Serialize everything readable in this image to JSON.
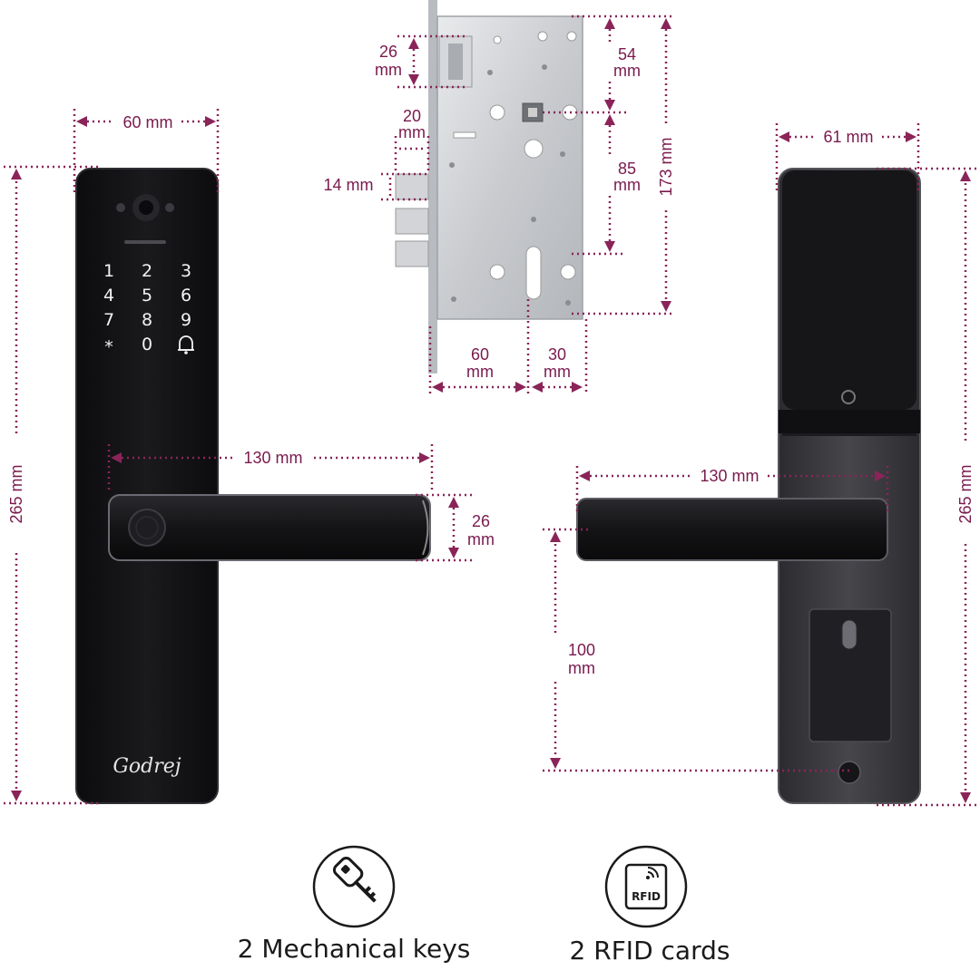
{
  "brand": "Godrej",
  "dimensions": {
    "front_width": "60 mm",
    "front_height": "265 mm",
    "front_handle_length": "130 mm",
    "handle_height_num": "26",
    "handle_height_unit": "mm",
    "mortise_top_num": "26",
    "mortise_top_unit": "mm",
    "mortise_20_num": "20",
    "mortise_20_unit": "mm",
    "mortise_14": "14 mm",
    "mortise_54_num": "54",
    "mortise_54_unit": "mm",
    "mortise_85_num": "85",
    "mortise_85_unit": "mm",
    "mortise_173": "173 mm",
    "mortise_60_num": "60",
    "mortise_60_unit": "mm",
    "mortise_30_num": "30",
    "mortise_30_unit": "mm",
    "back_width": "61 mm",
    "back_handle_length": "130 mm",
    "back_height": "265 mm",
    "back_100_num": "100",
    "back_100_unit": "mm"
  },
  "keypad": [
    "1",
    "2",
    "3",
    "4",
    "5",
    "6",
    "7",
    "8",
    "9",
    "*",
    "0"
  ],
  "icons": {
    "key": "key-icon",
    "rfid": "rfid-card-icon",
    "bell": "bell-icon"
  },
  "rfid_label": "RFID",
  "accessories": {
    "keys_label": "2 Mechanical keys",
    "cards_label": "2 RFID cards"
  },
  "colors": {
    "dimension": "#8a2458",
    "lock_body": "#121214",
    "back_body": "#3a3a3e"
  }
}
